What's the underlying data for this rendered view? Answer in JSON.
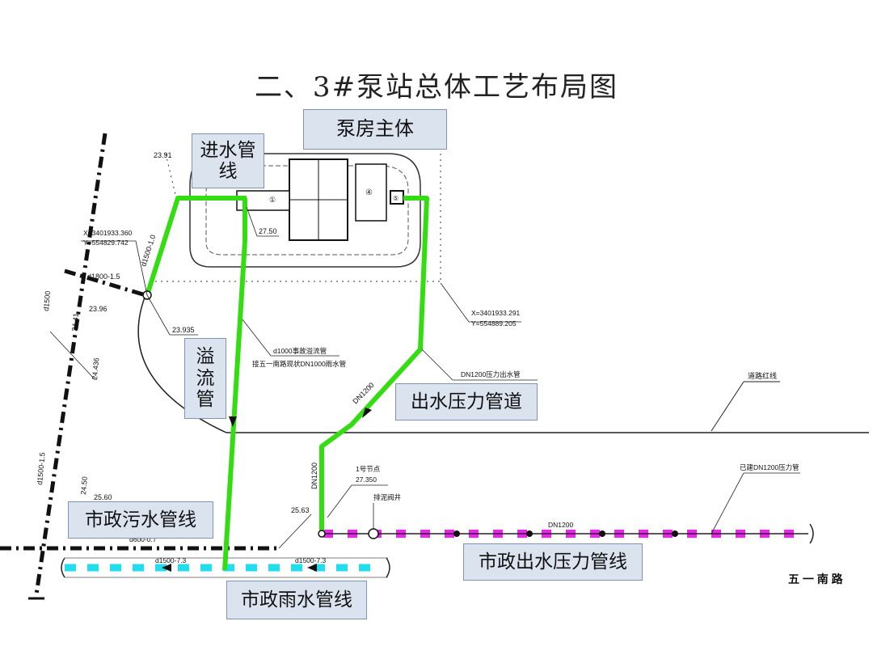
{
  "title": "二、3#泵站总体工艺布局图",
  "labels": {
    "pump_house": "泵房主体",
    "inlet_pipe": "进水管线",
    "overflow_pipe": "溢流管",
    "outlet_pressure": "出水压力管道",
    "municipal_sewage": "市政污水管线",
    "municipal_outlet": "市政出水压力管线",
    "municipal_rain": "市政雨水管线"
  },
  "annotations": {
    "elev_2391": "23.91",
    "coord_x1": "X=3401933.360",
    "coord_y1": "Y=554829.742",
    "d1800": "d1800-1.5",
    "d1500_10": "d1500-1.0",
    "d1500": "d1500",
    "elev_2441": "24.41",
    "elev_2396": "23.96",
    "elev_24436": "24.436",
    "elev_23935": "23.935",
    "elev_2750": "27.50",
    "overflow_note1": "d1000事故溢流管",
    "overflow_note2": "接五一南路现状DN1000雨水管",
    "coord_x2": "X=3401933.291",
    "coord_y2": "Y=554889.205",
    "dn1200_outlet": "DN1200压力出水管",
    "dn1200": "DN1200",
    "road_red_line": "道路红线",
    "node1": "1号节点",
    "elev_27350": "27.350",
    "valve_well": "排泥阀井",
    "existing_dn1200": "已建DN1200压力管",
    "dn1200_b": "DN1200",
    "elev_2450": "24.50",
    "elev_2560": "25.60",
    "elev_2563": "25.63",
    "d1500_73a": "d1500-7.3",
    "d1500_73b": "d1500-7.3",
    "d1500_15": "d1500-1.5",
    "sewer_code": "d600-0.7",
    "road_name": "五 一 南 路",
    "unit_1": "①",
    "unit_4": "④",
    "unit_5": "⑤"
  },
  "colors": {
    "green_pipe": "#33dd11",
    "magenta_pipe": "#ee22ee",
    "cyan_pipe": "#22ddee",
    "black_pipe": "#111111",
    "callout_bg": "#dbe3ef"
  }
}
